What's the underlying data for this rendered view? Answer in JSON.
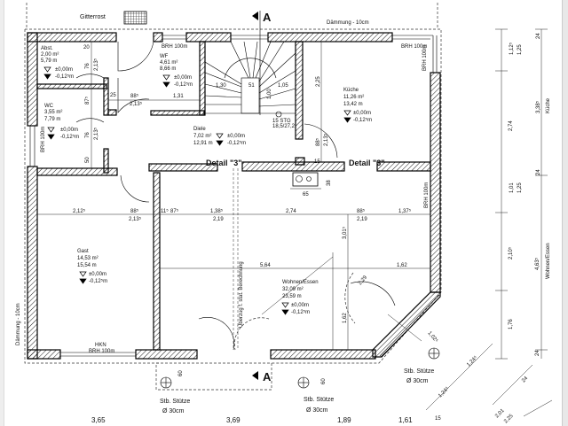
{
  "labels": {
    "gitterrost": "Gitterrost",
    "section_mark": "A",
    "daemmung_top": "Dämmung - 10cm",
    "daemmung_left": "Dämmung - 10cm",
    "brh_top_wf": "BRH 100m",
    "brh_top_kueche": "BRH 100m",
    "brh_right_kueche": "BRH 100m",
    "brh_left_wc": "BRH 100m",
    "brh_right_wohnen": "BRH 100m",
    "hkn": "HKN",
    "brh_bottom_gast": "BRH 100m",
    "detail_left": "Detail \"3\"",
    "detail_right": "Detail \"3\"",
    "stair_steps": "15 STG",
    "stair_ratio": "18,5/27,2",
    "unterzug": "Überzug f. stat. Berechnung",
    "stuetze_1": "Stb. Stütze",
    "stuetze_1_d": "Ø 30cm",
    "stuetze_2": "Stb. Stütze",
    "stuetze_2_d": "Ø 30cm",
    "stuetze_3": "Stb. Stütze",
    "stuetze_3_d": "Ø 30cm"
  },
  "rooms": [
    {
      "name": "Abst.",
      "area": "2,00 m²",
      "perimeter": "5,79 m",
      "level_top": "±0,00m",
      "level_raw": "-0,12⁵m"
    },
    {
      "name": "WF",
      "area": "4,61 m²",
      "perimeter": "8,66 m",
      "level_top": "±0,00m",
      "level_raw": "-0,12⁵m"
    },
    {
      "name": "WC",
      "area": "3,55 m²",
      "perimeter": "7,79 m",
      "level_top": "±0,00m",
      "level_raw": "-0,12⁵m"
    },
    {
      "name": "Diele",
      "area": "7,02 m²",
      "perimeter": "12,91 m",
      "level_top": "±0,00m",
      "level_raw": "-0,12⁵m"
    },
    {
      "name": "Küche",
      "area": "11,26 m²",
      "perimeter": "13,42 m",
      "level_top": "±0,00m",
      "level_raw": "-0,12⁵m"
    },
    {
      "name": "Gast",
      "area": "14,53 m²",
      "perimeter": "15,54 m",
      "level_top": "±0,00m",
      "level_raw": "-0,12⁵m"
    },
    {
      "name": "Wohnen/Essen",
      "area": "32,09 m²",
      "perimeter": "23,59 m",
      "level_top": "±0,00m",
      "level_raw": "-0,12⁵m"
    }
  ],
  "dims": {
    "d20": "20",
    "d76a": "76",
    "d2135a": "2,13⁵",
    "d875a": "87⁵",
    "d76b": "76",
    "d2135b": "2,13⁵",
    "d50": "50",
    "d25": "25",
    "d885": "88⁵",
    "d2135c": "2,13⁵",
    "d131": "1,31",
    "d130": "1,30",
    "d51": "51",
    "d100": "1,00",
    "d105": "1,05",
    "d225": "2,25",
    "d885b": "88⁵",
    "d2135d": "2,13⁵",
    "d15": "15",
    "d38": "38",
    "d65": "65",
    "d2125": "2,12⁵",
    "d885c": "88⁵",
    "d2135e": "2,13⁵",
    "d115": "11⁵",
    "d875b": "87⁵",
    "d1385": "1,38⁵",
    "d219a": "2,19",
    "d274": "2,74",
    "d885d": "88⁵",
    "d219b": "2,19",
    "d1375": "1,37⁵",
    "d564": "5,64",
    "d3015": "3,01⁵",
    "d162a": "1,62",
    "d162b": "1,62",
    "d229": "2,29",
    "d1025": "1,02⁵",
    "d60a": "60",
    "d60b": "60",
    "r1125": "1,12⁵",
    "r125a": "1,25",
    "r24a": "24",
    "r3385": "3,38⁵",
    "r274": "2,74",
    "r24b": "24",
    "r101": "1,01",
    "r125b": "1,25",
    "r2105": "2,10⁵",
    "r4635": "4,63⁵",
    "r176": "1,76",
    "r24c": "24",
    "kueche_v": "Küche",
    "wohnen_v": "Wohnen/Essen",
    "b365": "3,65",
    "b369": "3,69",
    "b189": "1,89",
    "b161": "1,61",
    "b15": "15",
    "diag1245a": "1,24⁵",
    "diag1245b": "1,24⁵",
    "diag24": "24",
    "diag201": "2,01",
    "diag225": "2,25"
  }
}
